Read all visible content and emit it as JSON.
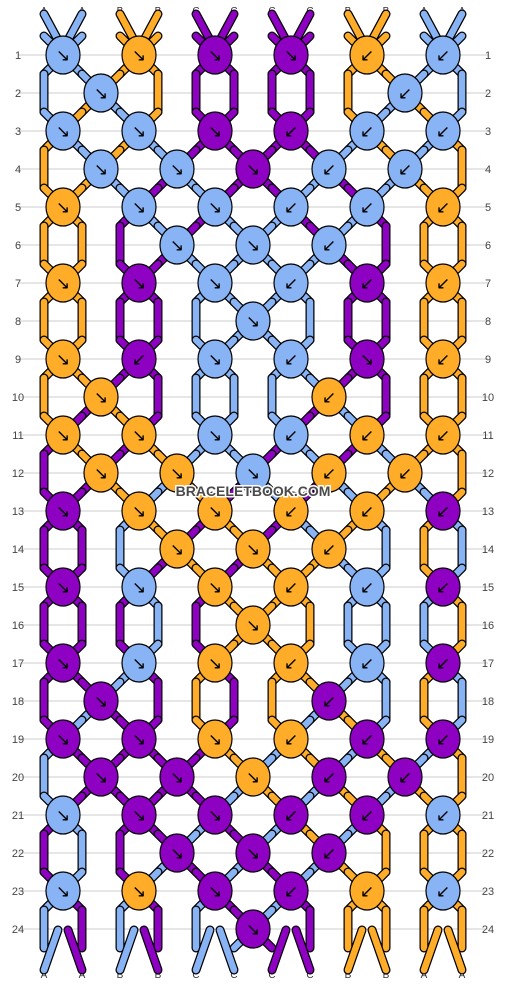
{
  "colors": {
    "A": "#88b4f5",
    "B": "#ffad29",
    "C": "#8e00c2",
    "outline": "#000000",
    "grid": "#cccccc"
  },
  "letters": [
    "A",
    "A",
    "B",
    "B",
    "C",
    "C",
    "C",
    "C",
    "B",
    "B",
    "A",
    "A"
  ],
  "row_labels": [
    "1",
    "2",
    "3",
    "4",
    "5",
    "6",
    "7",
    "8",
    "9",
    "10",
    "11",
    "12",
    "13",
    "14",
    "15",
    "16",
    "17",
    "18",
    "19",
    "20",
    "21",
    "22",
    "23",
    "24"
  ],
  "watermark": "BRACELETBOOK.COM",
  "knots": [
    [
      [
        "A",
        "↘"
      ],
      [
        "B",
        "↘"
      ],
      [
        "C",
        "↘"
      ],
      [
        "C",
        "↘"
      ],
      [
        "B",
        "↙"
      ],
      [
        "A",
        "↙"
      ]
    ],
    [
      [
        "A",
        "↘"
      ],
      null,
      null,
      null,
      [
        "A",
        "↙"
      ]
    ],
    [
      [
        "A",
        "↘"
      ],
      [
        "A",
        "↘"
      ],
      [
        "C",
        "↘"
      ],
      [
        "C",
        "↙"
      ],
      [
        "A",
        "↙"
      ],
      [
        "A",
        "↙"
      ]
    ],
    [
      [
        "A",
        "↘"
      ],
      [
        "A",
        "↘"
      ],
      [
        "C",
        "↘"
      ],
      [
        "A",
        "↙"
      ],
      [
        "A",
        "↙"
      ]
    ],
    [
      [
        "B",
        "↘"
      ],
      [
        "A",
        "↘"
      ],
      [
        "A",
        "↘"
      ],
      [
        "A",
        "↙"
      ],
      [
        "A",
        "↙"
      ],
      [
        "B",
        "↙"
      ]
    ],
    [
      null,
      [
        "A",
        "↘"
      ],
      [
        "A",
        "↘"
      ],
      [
        "A",
        "↙"
      ],
      null
    ],
    [
      [
        "B",
        "↘"
      ],
      [
        "C",
        "↘"
      ],
      [
        "A",
        "↘"
      ],
      [
        "A",
        "↙"
      ],
      [
        "C",
        "↙"
      ],
      [
        "B",
        "↙"
      ]
    ],
    [
      null,
      null,
      [
        "A",
        "↘"
      ],
      null,
      null
    ],
    [
      [
        "B",
        "↘"
      ],
      [
        "C",
        "↙"
      ],
      [
        "A",
        "↘"
      ],
      [
        "A",
        "↙"
      ],
      [
        "C",
        "↘"
      ],
      [
        "B",
        "↙"
      ]
    ],
    [
      [
        "B",
        "↘"
      ],
      null,
      null,
      [
        "B",
        "↙"
      ]
    ],
    [
      [
        "B",
        "↘"
      ],
      [
        "B",
        "↘"
      ],
      [
        "A",
        "↘"
      ],
      [
        "A",
        "↙"
      ],
      [
        "B",
        "↙"
      ],
      [
        "B",
        "↙"
      ]
    ],
    [
      [
        "B",
        "↘"
      ],
      [
        "B",
        "↘"
      ],
      [
        "A",
        "↘"
      ],
      [
        "B",
        "↙"
      ],
      [
        "B",
        "↙"
      ]
    ],
    [
      [
        "C",
        "↘"
      ],
      [
        "B",
        "↘"
      ],
      [
        "B",
        "↘"
      ],
      [
        "B",
        "↙"
      ],
      [
        "B",
        "↙"
      ],
      [
        "C",
        "↙"
      ]
    ],
    [
      null,
      [
        "B",
        "↘"
      ],
      [
        "B",
        "↘"
      ],
      [
        "B",
        "↙"
      ],
      null
    ],
    [
      [
        "C",
        "↘"
      ],
      [
        "A",
        "↘"
      ],
      [
        "B",
        "↘"
      ],
      [
        "B",
        "↙"
      ],
      [
        "A",
        "↙"
      ],
      [
        "C",
        "↙"
      ]
    ],
    [
      null,
      null,
      [
        "B",
        "↘"
      ],
      null,
      null
    ],
    [
      [
        "C",
        "↘"
      ],
      [
        "A",
        "↘"
      ],
      [
        "B",
        "↘"
      ],
      [
        "B",
        "↙"
      ],
      [
        "A",
        "↙"
      ],
      [
        "C",
        "↙"
      ]
    ],
    [
      [
        "C",
        "↘"
      ],
      null,
      null,
      [
        "C",
        "↙"
      ]
    ],
    [
      [
        "C",
        "↘"
      ],
      [
        "C",
        "↘"
      ],
      [
        "B",
        "↘"
      ],
      [
        "B",
        "↙"
      ],
      [
        "C",
        "↙"
      ],
      [
        "C",
        "↙"
      ]
    ],
    [
      [
        "C",
        "↘"
      ],
      [
        "C",
        "↘"
      ],
      [
        "B",
        "↘"
      ],
      [
        "C",
        "↙"
      ],
      [
        "C",
        "↙"
      ]
    ],
    [
      [
        "A",
        "↘"
      ],
      [
        "C",
        "↘"
      ],
      [
        "C",
        "↘"
      ],
      [
        "C",
        "↙"
      ],
      [
        "C",
        "↙"
      ],
      [
        "A",
        "↙"
      ]
    ],
    [
      null,
      [
        "C",
        "↘"
      ],
      [
        "C",
        "↘"
      ],
      [
        "C",
        "↙"
      ],
      null
    ],
    [
      [
        "A",
        "↘"
      ],
      [
        "B",
        "↘"
      ],
      [
        "C",
        "↘"
      ],
      [
        "C",
        "↙"
      ],
      [
        "B",
        "↙"
      ],
      [
        "A",
        "↙"
      ]
    ],
    [
      null,
      null,
      [
        "C",
        "↘"
      ],
      null,
      null
    ]
  ]
}
